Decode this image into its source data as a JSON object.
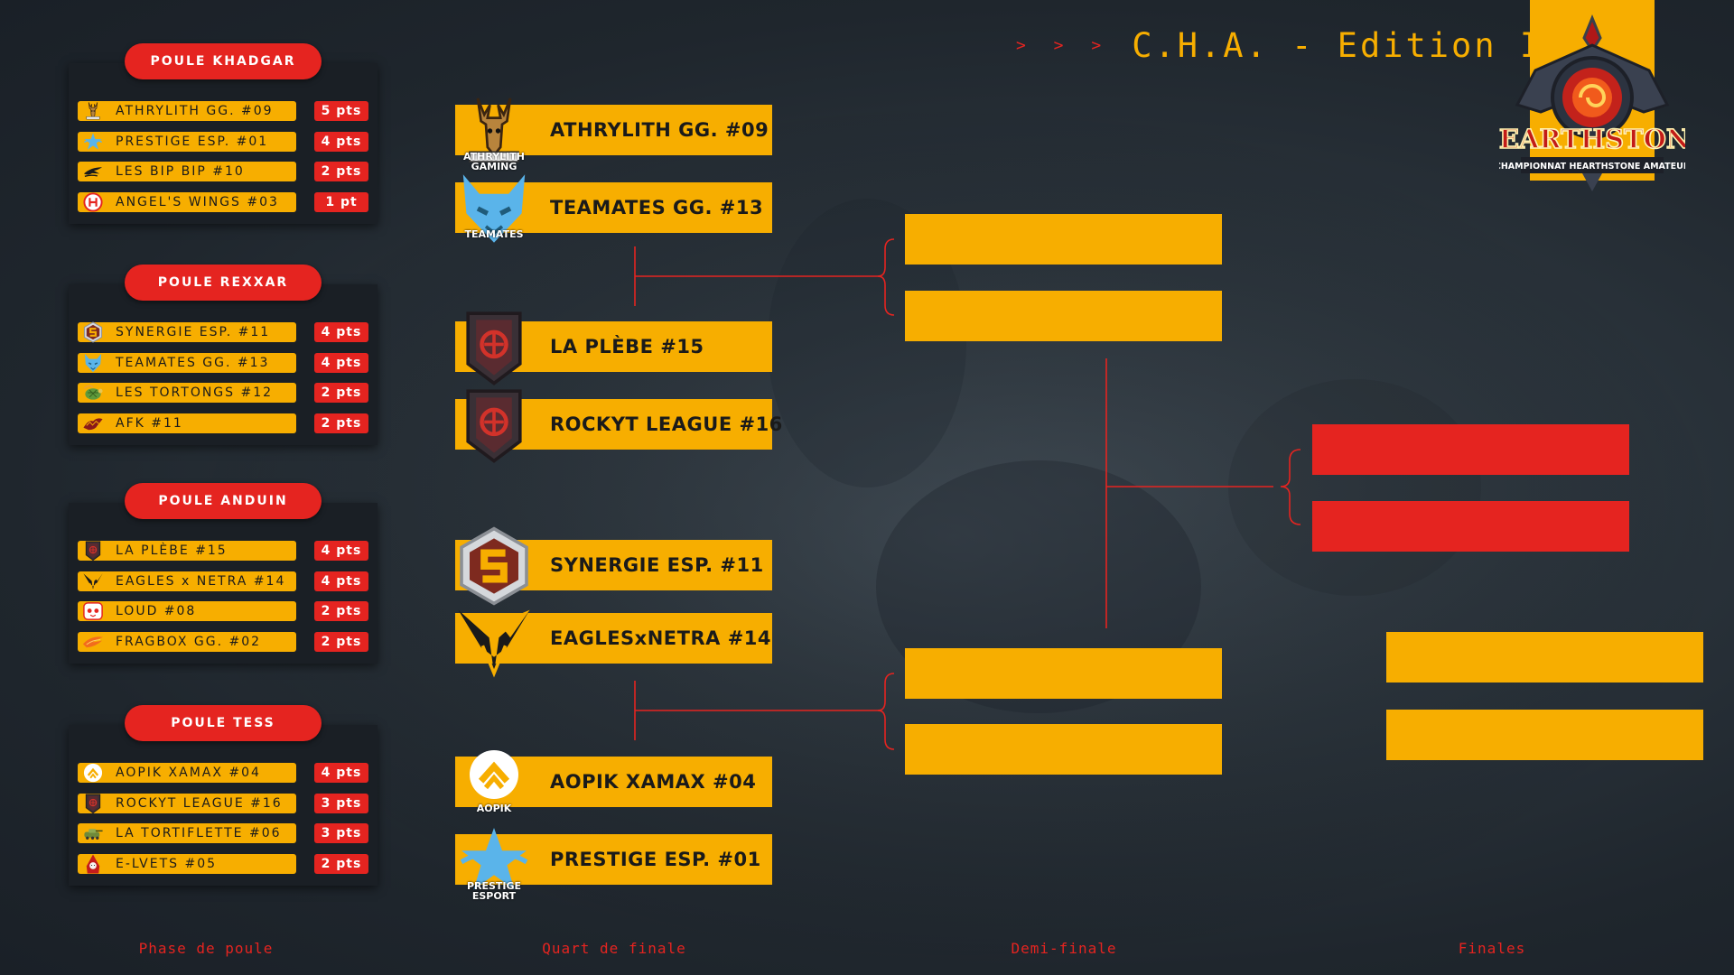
{
  "title": {
    "arrows": "> > >",
    "text": "C.H.A. - Edition IV"
  },
  "logo": {
    "wordmark": "HEARTHSTONE",
    "subtitle": "CHAMPIONNAT HEARTHSTONE AMATEUR"
  },
  "pools": [
    {
      "name": "POULE KHADGAR",
      "teams": [
        {
          "name": "ATHRYLITH GG. #09",
          "points": "5 pts",
          "icon": "athrylith-deer-icon"
        },
        {
          "name": "PRESTIGE ESP. #01",
          "points": "4 pts",
          "icon": "prestige-star-icon"
        },
        {
          "name": "LES BIP BIP #10",
          "points": "2 pts",
          "icon": "bip-bip-bird-icon"
        },
        {
          "name": "ANGEL'S WINGS #03",
          "points": "1 pt",
          "icon": "angels-wings-icon"
        }
      ]
    },
    {
      "name": "POULE REXXAR",
      "teams": [
        {
          "name": "SYNERGIE ESP. #11",
          "points": "4 pts",
          "icon": "synergie-s-icon"
        },
        {
          "name": "TEAMATES GG. #13",
          "points": "4 pts",
          "icon": "teamates-fox-icon"
        },
        {
          "name": "LES TORTONGS #12",
          "points": "2 pts",
          "icon": "tortongs-turtle-icon"
        },
        {
          "name": "AFK #11",
          "points": "2 pts",
          "icon": "afk-dragon-icon"
        }
      ]
    },
    {
      "name": "POULE ANDUIN",
      "teams": [
        {
          "name": "LA PLÈBE #15",
          "points": "4 pts",
          "icon": "plebe-shield-icon"
        },
        {
          "name": "EAGLES x NETRA #14",
          "points": "4 pts",
          "icon": "eagles-netra-icon"
        },
        {
          "name": "LOUD #08",
          "points": "2 pts",
          "icon": "loud-panda-icon"
        },
        {
          "name": "FRAGBOX GG. #02",
          "points": "2 pts",
          "icon": "fragbox-swoosh-icon"
        }
      ]
    },
    {
      "name": "POULE TESS",
      "teams": [
        {
          "name": "AOPIK XAMAX #04",
          "points": "4 pts",
          "icon": "aopik-chevron-icon"
        },
        {
          "name": "ROCKYT LEAGUE #16",
          "points": "3 pts",
          "icon": "rockyt-shield-icon"
        },
        {
          "name": "LA TORTIFLETTE #06",
          "points": "3 pts",
          "icon": "tortiflette-tank-icon"
        },
        {
          "name": "E-LVETS #05",
          "points": "2 pts",
          "icon": "elvets-mascot-icon"
        }
      ]
    }
  ],
  "quarter_finals": [
    {
      "name": "ATHRYLITH GG. #09",
      "icon": "athrylith-deer-icon",
      "logo_text": "ATHRYLITH GAMING"
    },
    {
      "name": "TEAMATES GG. #13",
      "icon": "teamates-fox-icon",
      "logo_text": "TEAMATES"
    },
    {
      "name": "LA PLÈBE #15",
      "icon": "plebe-shield-icon",
      "logo_text": ""
    },
    {
      "name": "ROCKYT LEAGUE #16",
      "icon": "rockyt-shield-icon",
      "logo_text": ""
    },
    {
      "name": "SYNERGIE ESP. #11",
      "icon": "synergie-s-icon",
      "logo_text": ""
    },
    {
      "name": "EAGLESxNETRA #14",
      "icon": "eagles-netra-icon",
      "logo_text": ""
    },
    {
      "name": "AOPIK XAMAX #04",
      "icon": "aopik-chevron-icon",
      "logo_text": "AOPIK"
    },
    {
      "name": "PRESTIGE ESP. #01",
      "icon": "prestige-star-icon",
      "logo_text": "PRESTIGE ESPORT"
    }
  ],
  "phases": {
    "pools": "Phase de poule",
    "quarter": "Quart de finale",
    "semi": "Demi-finale",
    "finals": "Finales"
  },
  "colors": {
    "accent_yellow": "#f7ae00",
    "accent_red": "#e52420",
    "panel": "#1a1f25",
    "background": "#2b343c"
  }
}
